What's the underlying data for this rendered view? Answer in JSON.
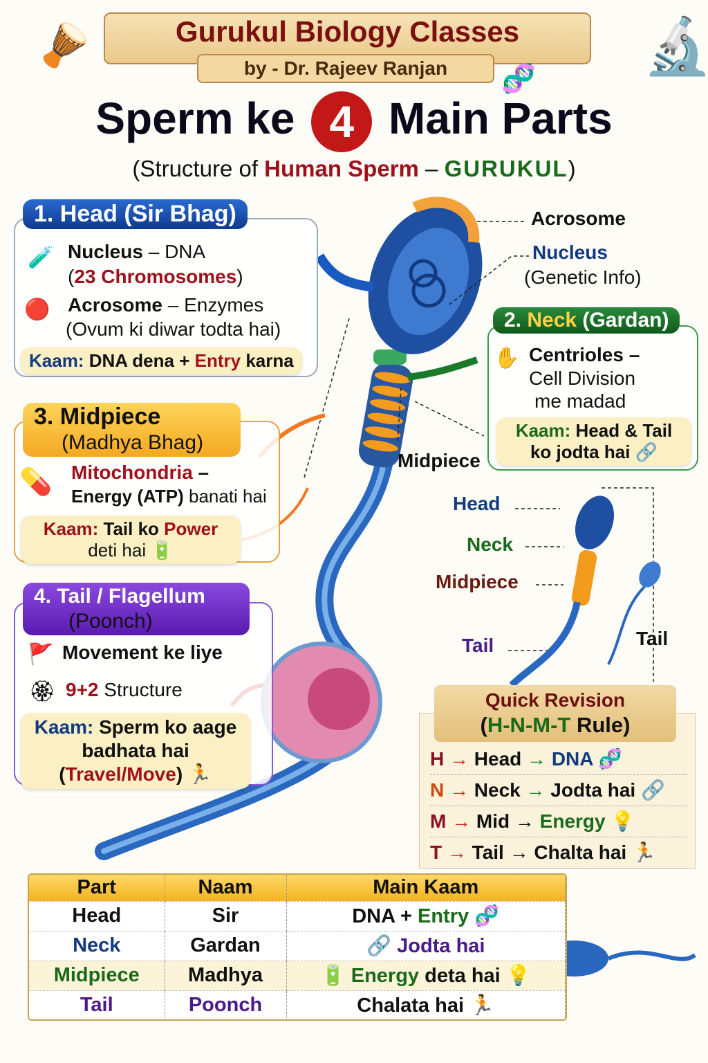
{
  "header": {
    "title": "Gurukul Biology Classes",
    "byline": "by - Dr. Rajeev Ranjan"
  },
  "main_title": {
    "part1": "Sperm ke",
    "number": "4",
    "part2": "Main Parts"
  },
  "subtitle": {
    "open": "(Structure of ",
    "highlight": "Human Sperm",
    "dash": " – ",
    "brand": "GURUKUL",
    "close": ")"
  },
  "head_box": {
    "title": "1. Head  (Sir Bhag)",
    "nucleus": "Nucleus",
    "nucleus_desc": " – DNA",
    "chromosomes": "23 Chromosomes",
    "acrosome": "Acrosome",
    "acrosome_desc": " – Enzymes",
    "acrosome_note": "(Ovum ki diwar todta hai)",
    "kaam_label": "Kaam:",
    "kaam_text1": " DNA dena + ",
    "kaam_entry": "Entry",
    "kaam_text2": " karna"
  },
  "neck_box": {
    "title_num": "2.",
    "title": "Neck",
    "title_sub": " (Gardan)",
    "line1": "Centrioles –",
    "line2": "Cell Division",
    "line3": "me madad",
    "kaam_label": "Kaam:",
    "kaam_text": " Head & Tail",
    "kaam_text2": "ko jodta hai"
  },
  "mid_box": {
    "title": "3. Midpiece",
    "sub": "(Madhya Bhag)",
    "mito": "Mitochondria",
    "mito_dash": " –",
    "energy": "Energy (ATP)",
    "energy_rest": " banati hai",
    "kaam_label": "Kaam:",
    "kaam_text": " Tail ko ",
    "kaam_power": "Power",
    "kaam_text2": "deti hai"
  },
  "tail_box": {
    "title": "4. Tail / Flagellum",
    "sub": "(Poonch)",
    "line1": "Movement ke liye",
    "line2_num": "9+2",
    "line2": " Structure",
    "kaam_label": "Kaam:",
    "kaam_text": " Sperm ko aage",
    "kaam_text2": "badhata hai",
    "kaam_open": "(",
    "kaam_travel": "Travel/Move",
    "kaam_close": ")"
  },
  "diagram_labels": {
    "acrosome": "Acrosome",
    "nucleus": "Nucleus",
    "nucleus_sub": "(Genetic Info)",
    "midpiece": "Midpiece",
    "small_head": "Head",
    "small_neck": "Neck",
    "small_midpiece": "Midpiece",
    "small_tail": "Tail",
    "small_tail2": "Tail"
  },
  "quick_revision": {
    "title": "Quick Revision",
    "rule_open": "(",
    "rule": "H-N-M-T",
    "rule_close": " Rule)",
    "rows": [
      {
        "letter": "H",
        "part": "Head",
        "meaning": "DNA",
        "color": "#8a1020"
      },
      {
        "letter": "N",
        "part": "Neck",
        "meaning": "Jodta hai",
        "color": "#d04a10"
      },
      {
        "letter": "M",
        "part": "Mid",
        "meaning": "Energy",
        "color": "#8a1020"
      },
      {
        "letter": "T",
        "part": "Tail",
        "meaning": "Chalta hai",
        "color": "#8a1020"
      }
    ]
  },
  "table": {
    "headers": [
      "Part",
      "Naam",
      "Main Kaam"
    ],
    "rows": [
      [
        "Head",
        "Sir",
        "DNA + ",
        "Entry"
      ],
      [
        "Neck",
        "Gardan",
        "Jodta hai",
        ""
      ],
      [
        "Midpiece",
        "Madhya",
        "Energy",
        " deta hai"
      ],
      [
        "Tail",
        "Poonch",
        "Chalata hai",
        ""
      ]
    ]
  },
  "colors": {
    "dark_red": "#7a1010",
    "blue": "#123a80",
    "green": "#1a6a1a",
    "purple": "#6a2ab8",
    "orange": "#f3b321"
  }
}
